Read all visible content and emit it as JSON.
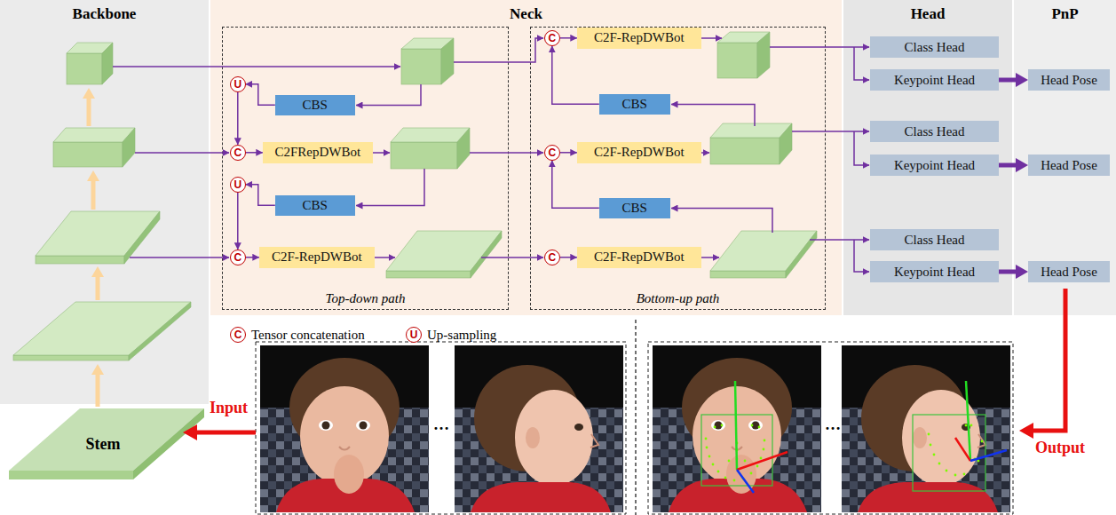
{
  "diagram": {
    "nodes": [
      {
        "text": [
          "Backbone"
        ]
      },
      {
        "text": [
          "Neck"
        ]
      },
      {
        "text": [
          "Head"
        ]
      },
      {
        "text": [
          "PnP"
        ]
      },
      {
        "text": [
          "Top-down path"
        ],
        "in": 1
      },
      {
        "text": [
          "Bottom-up path"
        ],
        "in": 1
      },
      {
        "text": [
          "Stem"
        ]
      },
      {
        "text": [
          "CBS"
        ],
        "in": 4
      },
      {
        "text": [
          "U"
        ],
        "in": 4
      },
      {
        "text": [
          "C"
        ],
        "in": 4
      },
      {
        "text": [
          "C2FRepDWBot"
        ],
        "in": 4
      },
      {
        "text": [
          "CBS"
        ],
        "in": 4
      },
      {
        "text": [
          "U"
        ],
        "in": 4
      },
      {
        "text": [
          "C"
        ],
        "in": 4
      },
      {
        "text": [
          "C2F-RepDWBot"
        ],
        "in": 4
      },
      {
        "text": [
          "C"
        ],
        "in": 5
      },
      {
        "text": [
          "C2F-RepDWBot"
        ],
        "in": 5
      },
      {
        "text": [
          "CBS"
        ],
        "in": 5
      },
      {
        "text": [
          "C"
        ],
        "in": 5
      },
      {
        "text": [
          "C2F-RepDWBot"
        ],
        "in": 5
      },
      {
        "text": [
          "CBS"
        ],
        "in": 5
      },
      {
        "text": [
          "C"
        ],
        "in": 5
      },
      {
        "text": [
          "C2F-RepDWBot"
        ],
        "in": 5
      },
      {
        "text": [
          "Class Head"
        ],
        "in": 2
      },
      {
        "text": [
          "Keypoint Head"
        ],
        "in": 2
      },
      {
        "text": [
          "Class Head"
        ],
        "in": 2
      },
      {
        "text": [
          "Keypoint Head"
        ],
        "in": 2
      },
      {
        "text": [
          "Class Head"
        ],
        "in": 2
      },
      {
        "text": [
          "Keypoint Head"
        ],
        "in": 2
      },
      {
        "text": [
          "Head Pose"
        ],
        "in": 3
      },
      {
        "text": [
          "Head Pose"
        ],
        "in": 3
      },
      {
        "text": [
          "Head Pose"
        ],
        "in": 3
      }
    ],
    "edges": [
      {
        "from": 7,
        "to": 8,
        "arrow": "to"
      },
      {
        "from": 8,
        "to": 9,
        "arrow": "to"
      },
      {
        "from": 9,
        "to": 10,
        "arrow": "to"
      },
      {
        "from": 11,
        "to": 12,
        "arrow": "to"
      },
      {
        "from": 12,
        "to": 13,
        "arrow": "to"
      },
      {
        "from": 13,
        "to": 14,
        "arrow": "to"
      },
      {
        "from": 15,
        "to": 16,
        "arrow": "to"
      },
      {
        "from": 18,
        "to": 19,
        "arrow": "to"
      },
      {
        "from": 21,
        "to": 22,
        "arrow": "to"
      },
      {
        "from": 17,
        "to": 15,
        "arrow": "to"
      },
      {
        "from": 20,
        "to": 18,
        "arrow": "to"
      },
      {
        "from": 24,
        "to": 29,
        "arrow": "to"
      },
      {
        "from": 26,
        "to": 30,
        "arrow": "to"
      },
      {
        "from": 28,
        "to": 31,
        "arrow": "to"
      }
    ],
    "labels": [
      "Input",
      "Output",
      "…",
      "…",
      "C",
      "U"
    ],
    "legend": [
      {
        "text": "Tensor concatenation"
      },
      {
        "text": "Up-sampling"
      }
    ]
  }
}
